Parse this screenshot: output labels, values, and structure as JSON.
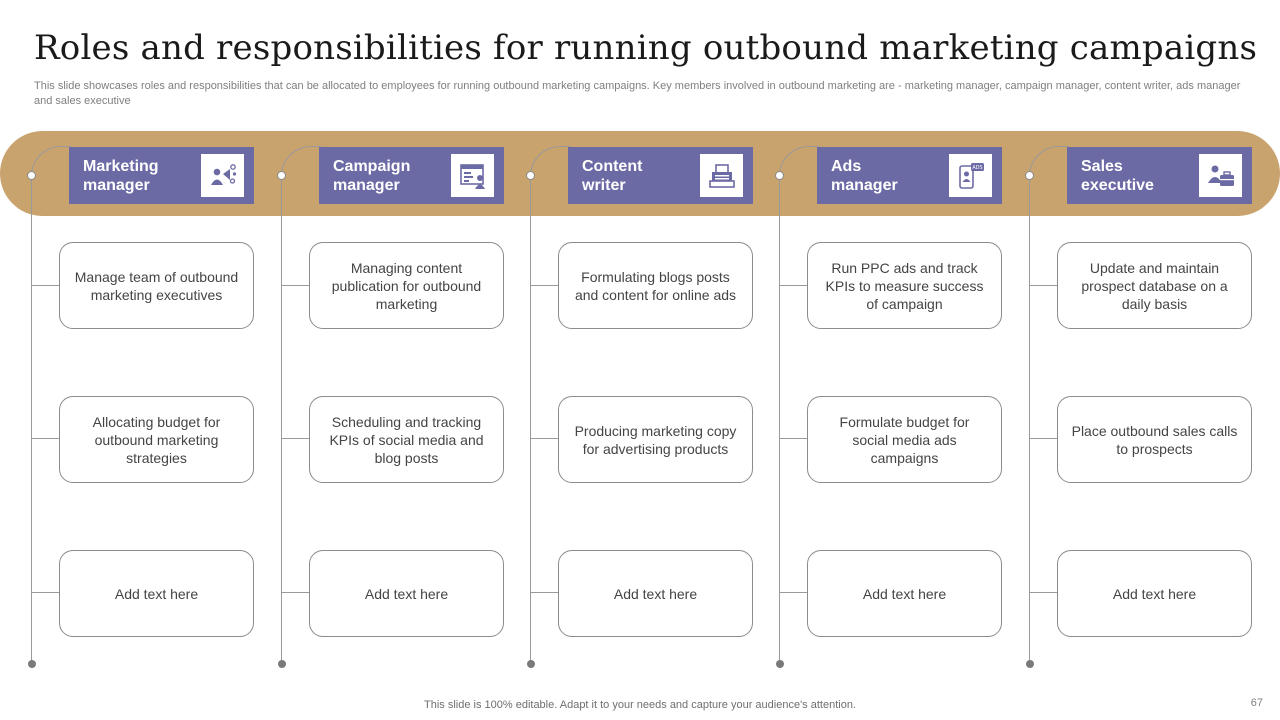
{
  "slide": {
    "title": "Roles and responsibilities for running outbound marketing campaigns",
    "subtitle": "This slide showcases roles and responsibilities that can be allocated to employees for running outbound marketing campaigns. Key members involved in outbound marketing are - marketing manager, campaign manager, content writer, ads manager and sales executive",
    "footer": "This slide is 100% editable. Adapt it to your needs and capture your audience's attention.",
    "page_number": "67"
  },
  "colors": {
    "band": "#c9a36d",
    "header": "#6c6aa5",
    "icon": "#6c6aa5"
  },
  "roles": [
    {
      "label_line1": "Marketing",
      "label_line2": "manager",
      "icon": "megaphone-team-icon",
      "tasks": [
        "Manage team of outbound marketing executives",
        "Allocating budget for outbound marketing strategies",
        "Add text here"
      ]
    },
    {
      "label_line1": "Campaign",
      "label_line2": "manager",
      "icon": "presentation-board-icon",
      "tasks": [
        "Managing content publication for outbound marketing",
        "Scheduling and tracking KPIs of social media and blog posts",
        "Add text here"
      ]
    },
    {
      "label_line1": "Content",
      "label_line2": "writer",
      "icon": "typewriter-icon",
      "tasks": [
        "Formulating blogs posts and content for online ads",
        "Producing marketing copy for advertising products",
        "Add text here"
      ]
    },
    {
      "label_line1": "Ads",
      "label_line2": "manager",
      "icon": "mobile-ads-icon",
      "ads_badge": "ADS",
      "tasks": [
        "Run PPC ads and track KPIs to measure success of campaign",
        "Formulate budget for social media ads campaigns",
        "Add text here"
      ]
    },
    {
      "label_line1": "Sales",
      "label_line2": "executive",
      "icon": "sales-briefcase-icon",
      "tasks": [
        "Update and maintain prospect database on a daily basis",
        "Place outbound sales calls to prospects",
        "Add text here"
      ]
    }
  ]
}
